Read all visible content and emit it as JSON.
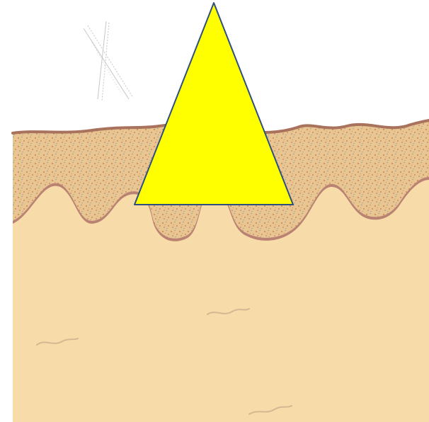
{
  "scene": {
    "description_free": true,
    "colors": {
      "background": "#ffffff",
      "dermis": "#f7dcaa",
      "epidermis": "#e9c592",
      "epidermis_speckle": "#c98f5e",
      "epidermis_speckle_alt": "#a4a790",
      "basement_membrane": "#b98272",
      "surface_edge": "#a8725d",
      "fiber_line": "#d6b792",
      "triangle_fill": "#ffff00",
      "triangle_stroke": "#2f4f7c",
      "hair": "#b8b8b8"
    },
    "elements": [
      {
        "name": "skin-surface-hair",
        "kind": "decorative"
      },
      {
        "name": "epidermis-layer",
        "kind": "tissue"
      },
      {
        "name": "dermis-layer",
        "kind": "tissue"
      },
      {
        "name": "dermal-fibers",
        "kind": "decorative"
      },
      {
        "name": "triangle-marker",
        "kind": "shape"
      }
    ]
  }
}
